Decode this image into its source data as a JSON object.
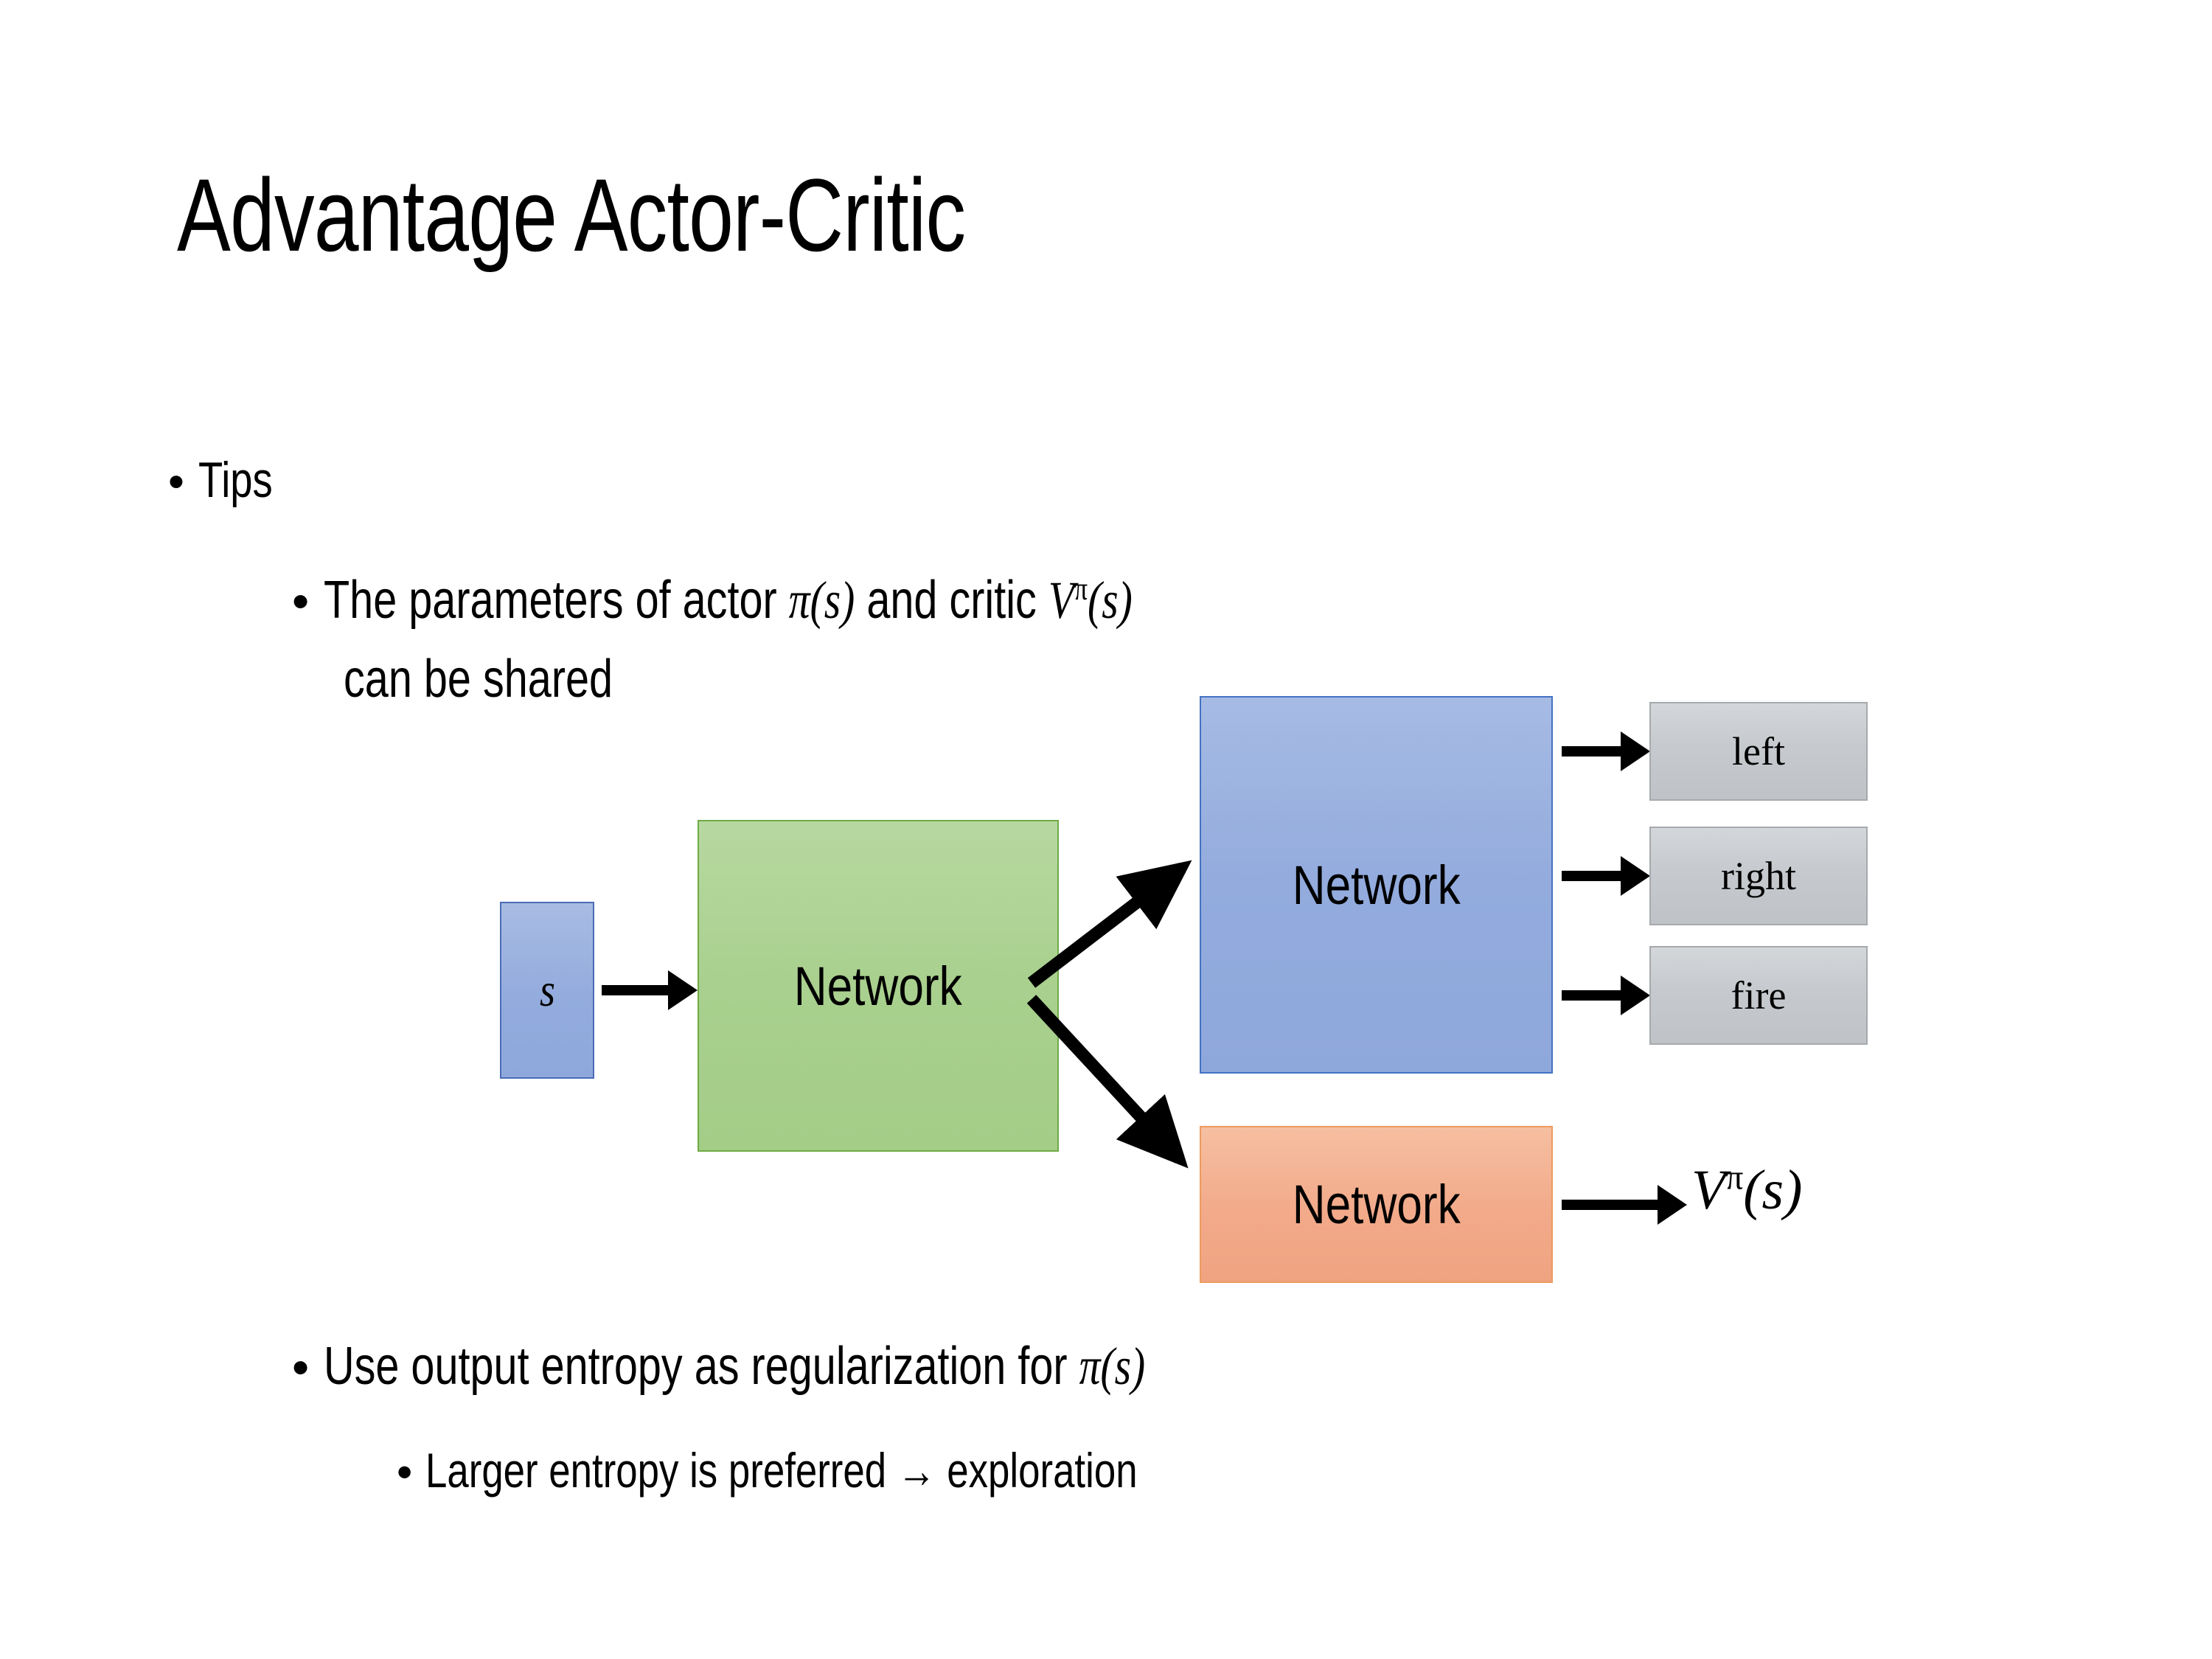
{
  "slide": {
    "title": "Advantage Actor-Critic",
    "background_color": "#ffffff",
    "text_color": "#000000"
  },
  "bullets": {
    "tips": {
      "marker": "•",
      "text": "Tips"
    },
    "shared_params": {
      "marker": "•",
      "line1_before_pi": "The parameters of actor ",
      "pi_of_s": "π(s)",
      "line1_between": "  and critic ",
      "v_symbol": "V",
      "v_superscript": "π",
      "v_arg": "(s)",
      "line2": "can be shared"
    },
    "entropy": {
      "marker": "•",
      "text_before_pi": "Use output entropy as regularization for ",
      "pi_of_s": "π(s)"
    },
    "exploration": {
      "marker": "•",
      "text": "Larger entropy is preferred → exploration"
    }
  },
  "diagram": {
    "state_box": {
      "label": "s",
      "fill": "#93abdd",
      "border": "#4a6cb5"
    },
    "shared_network": {
      "label": "Network",
      "fill": "#a9d08e",
      "border": "#70ad47"
    },
    "actor_network": {
      "label": "Network",
      "fill": "#93abdd",
      "border": "#4472c4"
    },
    "critic_network": {
      "label": "Network",
      "fill": "#f2aa8a",
      "border": "#ed9b5e"
    },
    "action_outputs": [
      {
        "label": "left",
        "fill": "#c6cace",
        "border": "#a6aaad"
      },
      {
        "label": "right",
        "fill": "#c6cace",
        "border": "#a6aaad"
      },
      {
        "label": "fire",
        "fill": "#c6cace",
        "border": "#a6aaad"
      }
    ],
    "value_output": {
      "symbol": "V",
      "superscript": "π",
      "argument": "(s)"
    },
    "arrow_color": "#000000"
  }
}
